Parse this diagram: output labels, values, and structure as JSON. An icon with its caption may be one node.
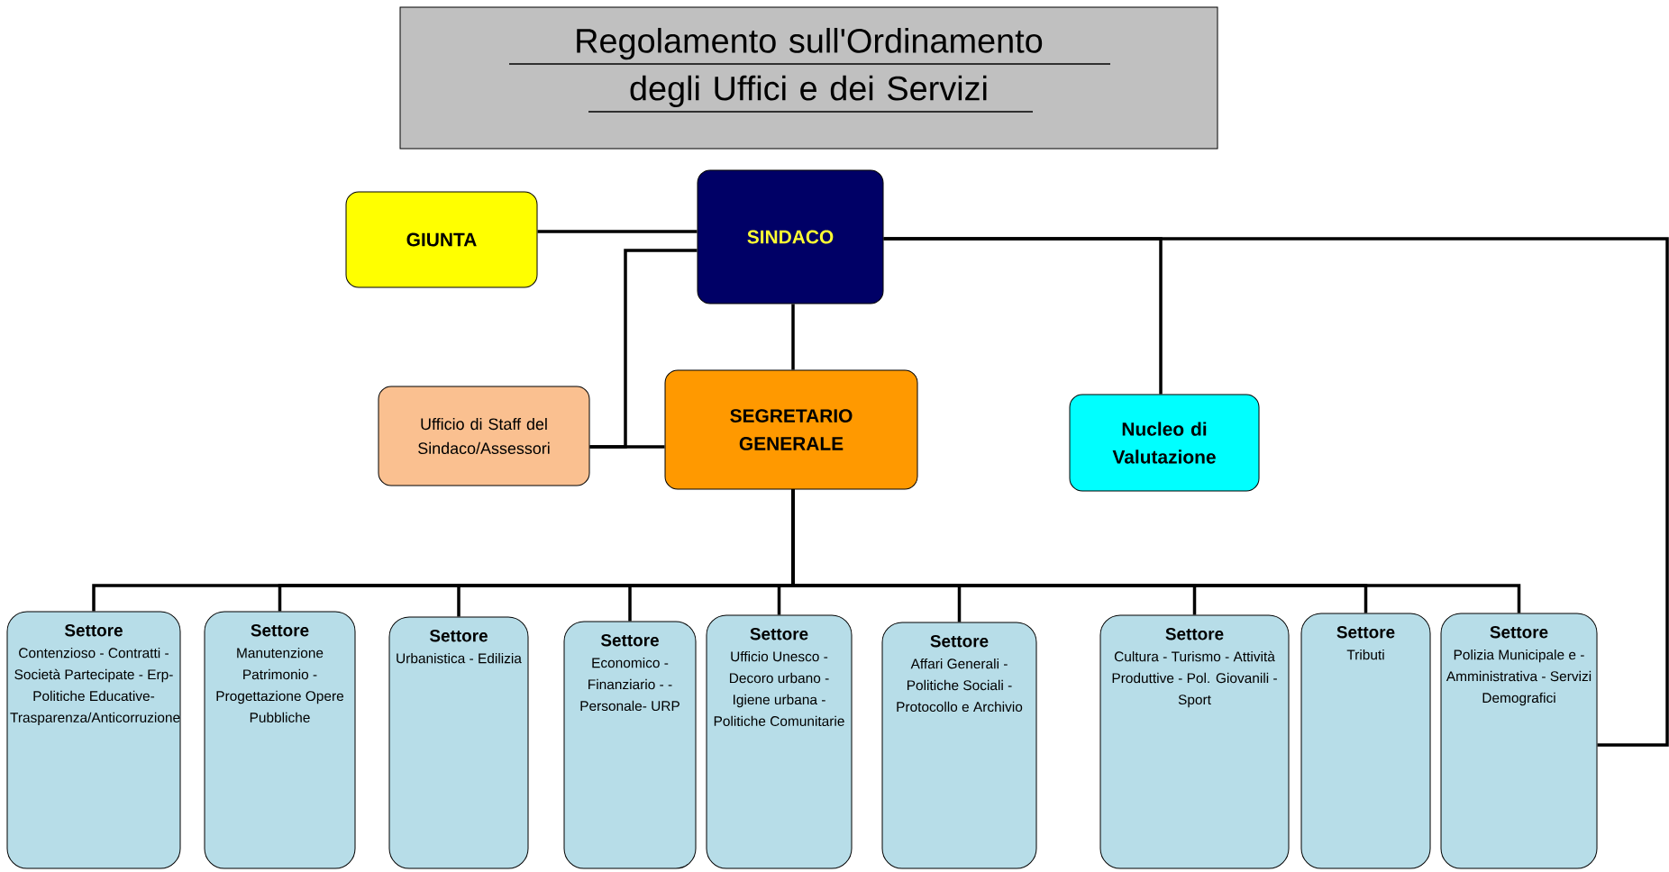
{
  "diagram": {
    "title": "Regolamento sull'Ordinamento degli Uffici e dei Servizi",
    "nodes": [
      {
        "text": [
          "GIUNTA"
        ]
      },
      {
        "text": [
          "SINDACO"
        ]
      },
      {
        "text": [
          "Ufficio di Staff del Sindaco/Assessori"
        ]
      },
      {
        "text": [
          "SEGRETARIO GENERALE"
        ]
      },
      {
        "text": [
          "Nucleo di Valutazione"
        ]
      },
      {
        "text": [
          "Settore",
          "Contenzioso - Contratti - Società Partecipate - Erp- Politiche Educative- Trasparenza/Anticorruzione"
        ]
      },
      {
        "text": [
          "Settore",
          "Manutenzione Patrimonio - Progettazione Opere Pubbliche"
        ]
      },
      {
        "text": [
          "Settore",
          "Urbanistica - Edilizia"
        ]
      },
      {
        "text": [
          "Settore",
          "Economico - Finanziario - - Personale- URP"
        ]
      },
      {
        "text": [
          "Settore",
          "Ufficio Unesco - Decoro urbano - Igiene urbana - Politiche Comunitarie"
        ]
      },
      {
        "text": [
          "Settore",
          "Affari Generali - Politiche Sociali - Protocollo e Archivio"
        ]
      },
      {
        "text": [
          "Settore",
          "Cultura - Turismo - Attività Produttive - Pol. Giovanili - Sport"
        ]
      },
      {
        "text": [
          "Settore",
          "Tributi"
        ]
      },
      {
        "text": [
          "Settore",
          "Polizia Municipale e - Amministrativa - Servizi Demografici"
        ]
      }
    ],
    "edges": [
      {
        "from": 0,
        "to": 1,
        "arrow": "none"
      },
      {
        "from": 2,
        "to": 1,
        "arrow": "none"
      },
      {
        "from": 2,
        "to": 3,
        "arrow": "none"
      },
      {
        "from": 1,
        "to": 3,
        "arrow": "none"
      },
      {
        "from": 1,
        "to": 4,
        "arrow": "none"
      },
      {
        "from": 3,
        "to": 5,
        "arrow": "none"
      },
      {
        "from": 3,
        "to": 6,
        "arrow": "none"
      },
      {
        "from": 3,
        "to": 7,
        "arrow": "none"
      },
      {
        "from": 3,
        "to": 8,
        "arrow": "none"
      },
      {
        "from": 3,
        "to": 9,
        "arrow": "none"
      },
      {
        "from": 3,
        "to": 10,
        "arrow": "none"
      },
      {
        "from": 3,
        "to": 11,
        "arrow": "none"
      },
      {
        "from": 3,
        "to": 12,
        "arrow": "none"
      },
      {
        "from": 3,
        "to": 13,
        "arrow": "none"
      },
      {
        "from": 1,
        "to": 13,
        "arrow": "none"
      }
    ]
  }
}
